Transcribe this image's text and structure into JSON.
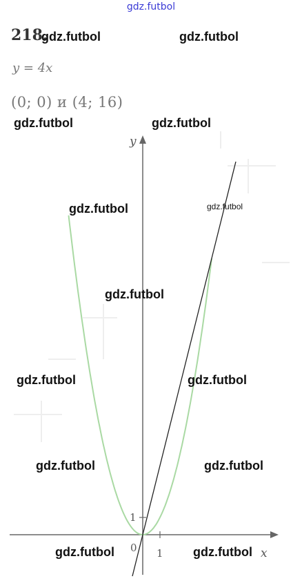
{
  "header": {
    "site": "gdz.futbol"
  },
  "problem": {
    "number": "218.",
    "formula": "y = 4x",
    "intersection_points": "(0; 0) и (4; 16)"
  },
  "watermark": {
    "text": "gdz.futbol"
  },
  "chart_data": {
    "type": "line",
    "title": "",
    "xlabel": "x",
    "ylabel": "y",
    "x_ticks": [
      "0",
      "1"
    ],
    "y_ticks": [
      "1"
    ],
    "series": [
      {
        "expression": "y = x²",
        "x": [
          -4.3,
          -4,
          -3,
          -2,
          -1,
          0,
          1,
          2,
          3,
          4
        ],
        "y": [
          18.49,
          16,
          9,
          4,
          1,
          0,
          1,
          4,
          9,
          16
        ],
        "color": "#a9d9a3"
      },
      {
        "expression": "y = 4x",
        "x": [
          -0.6,
          0,
          1,
          2,
          3,
          4,
          5.4
        ],
        "y": [
          -2.4,
          0,
          4,
          8,
          12,
          16,
          21.6
        ],
        "color": "#222222"
      }
    ],
    "xlim": [
      -7.5,
      7.5
    ],
    "ylim": [
      -2.5,
      22.5
    ],
    "grid": false
  }
}
